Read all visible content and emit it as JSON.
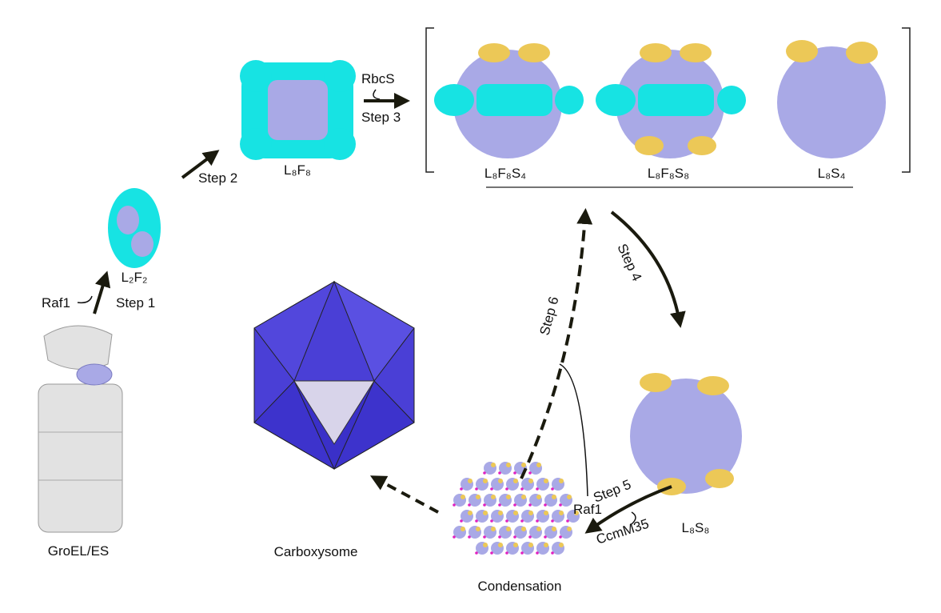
{
  "colors": {
    "cyan": "#17e3e3",
    "lavender": "#a9a9e6",
    "gold": "#ecc857",
    "grey": "#e2e2e2",
    "icosa": "#4a3fd6",
    "arrow": "#1a1a0e"
  },
  "labels": {
    "groel": "GroEL/ES",
    "raf1_a": "Raf1",
    "step1": "Step 1",
    "l2f2": "L₂F₂",
    "step2": "Step 2",
    "l8f8": "L₈F₈",
    "rbcs": "RbcS",
    "step3": "Step 3",
    "l8f8s4": "L₈F₈S₄",
    "l8f8s8": "L₈F₈S₈",
    "l8s4": "L₈S₄",
    "step4": "Step 4",
    "l8s8": "L₈S₈",
    "step5": "Step 5",
    "ccmm35": "CcmM35",
    "condensation": "Condensation",
    "carboxysome": "Carboxysome",
    "step6": "Step 6",
    "raf1_b": "Raf1"
  }
}
